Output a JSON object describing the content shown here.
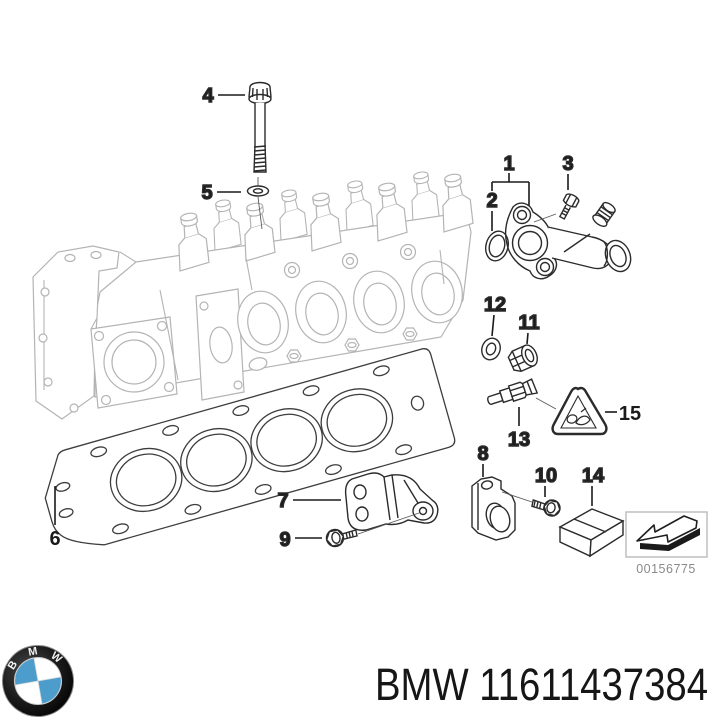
{
  "callouts": {
    "n1": "1",
    "n2": "2",
    "n3": "3",
    "n4": "4",
    "n5": "5",
    "n6": "6",
    "n7": "7",
    "n8": "8",
    "n9": "9",
    "n10": "10",
    "n11": "11",
    "n12": "12",
    "n13": "13",
    "n14": "14",
    "n15": "15"
  },
  "stamp": {
    "image_number": "00156775"
  },
  "footer": {
    "part_label": "BMW 11611437384"
  },
  "logo": {
    "letter_b": "B",
    "letter_m": "M",
    "letter_w": "W",
    "blue": "#4c9dcc",
    "black": "#0a0a0a",
    "white": "#ffffff"
  },
  "colors": {
    "background": "#ffffff",
    "line_dark": "#2b2b2b",
    "line_light": "#b4b4b4",
    "label_text": "#1a1a1a",
    "stamp_text": "#8a8a8a"
  }
}
